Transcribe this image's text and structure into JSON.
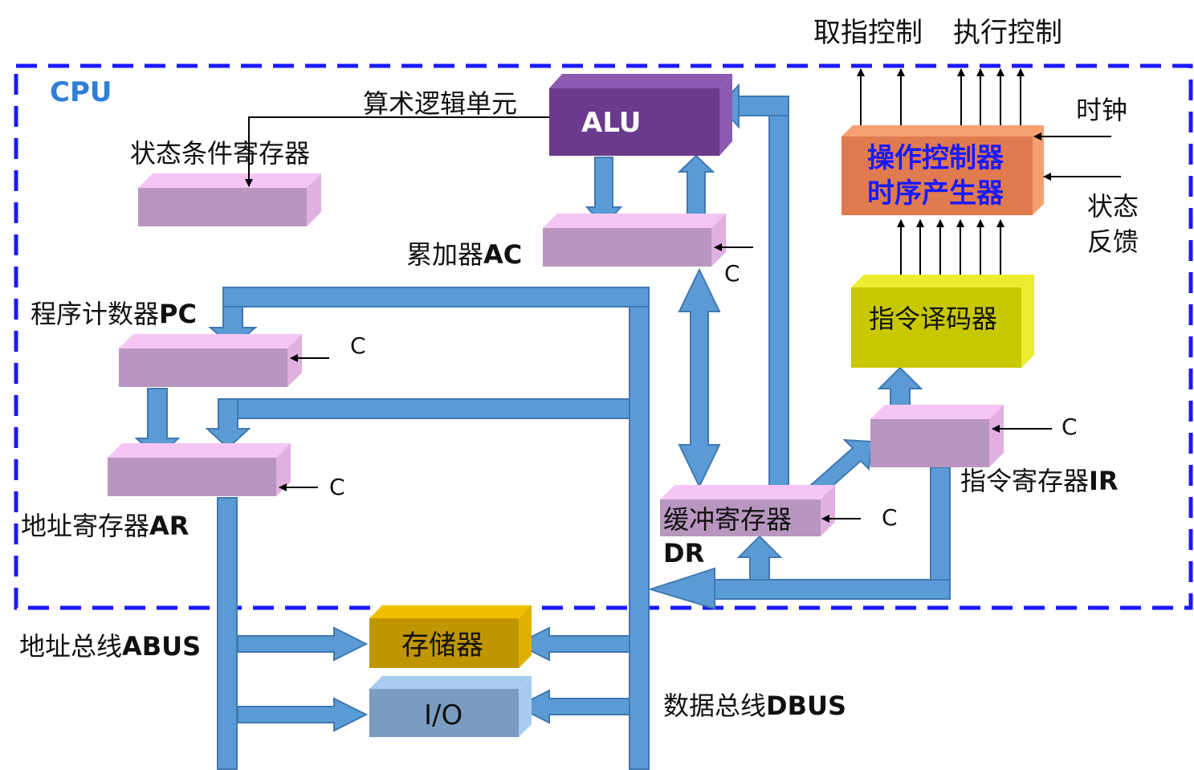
{
  "cpu": {
    "title": "CPU"
  },
  "top_labels": {
    "fetch": "取指控制",
    "exec": "执行控制"
  },
  "alu": {
    "title": "ALU",
    "caption": "算术逻辑单元"
  },
  "status_reg": {
    "caption": "状态条件寄存器"
  },
  "ac": {
    "caption_cn": "累加器",
    "caption_en": "AC",
    "c": "C"
  },
  "pc": {
    "caption_cn": "程序计数器",
    "caption_en": "PC",
    "c": "C"
  },
  "ar": {
    "caption_cn": "地址寄存器",
    "caption_en": "AR",
    "c": "C"
  },
  "dr": {
    "caption_cn": "缓冲寄存器",
    "caption_en": "DR",
    "c": "C"
  },
  "ir": {
    "caption_cn": "指令寄存器",
    "caption_en": "IR",
    "c": "C"
  },
  "decoder": {
    "caption": "指令译码器"
  },
  "control": {
    "line1": "操作控制器",
    "line2": "时序产生器"
  },
  "clock": {
    "label": "时钟"
  },
  "status_feedback": {
    "line1": "状态",
    "line2": "反馈"
  },
  "memory": {
    "caption": "存储器"
  },
  "io": {
    "caption": "I/O"
  },
  "abus": {
    "caption_cn": "地址总线",
    "caption_en": "ABUS"
  },
  "dbus": {
    "caption_cn": "数据总线",
    "caption_en": "DBUS"
  },
  "colors": {
    "cpu_border": "#1a1aff",
    "bus": "#5b9bd5",
    "register": "#b896bf",
    "register_top": "#f5c6f5",
    "alu": "#6b3a8c",
    "decoder": "#c8c800",
    "control": "#e07a4f",
    "memory": "#c09600",
    "io": "#7a9cc0"
  }
}
